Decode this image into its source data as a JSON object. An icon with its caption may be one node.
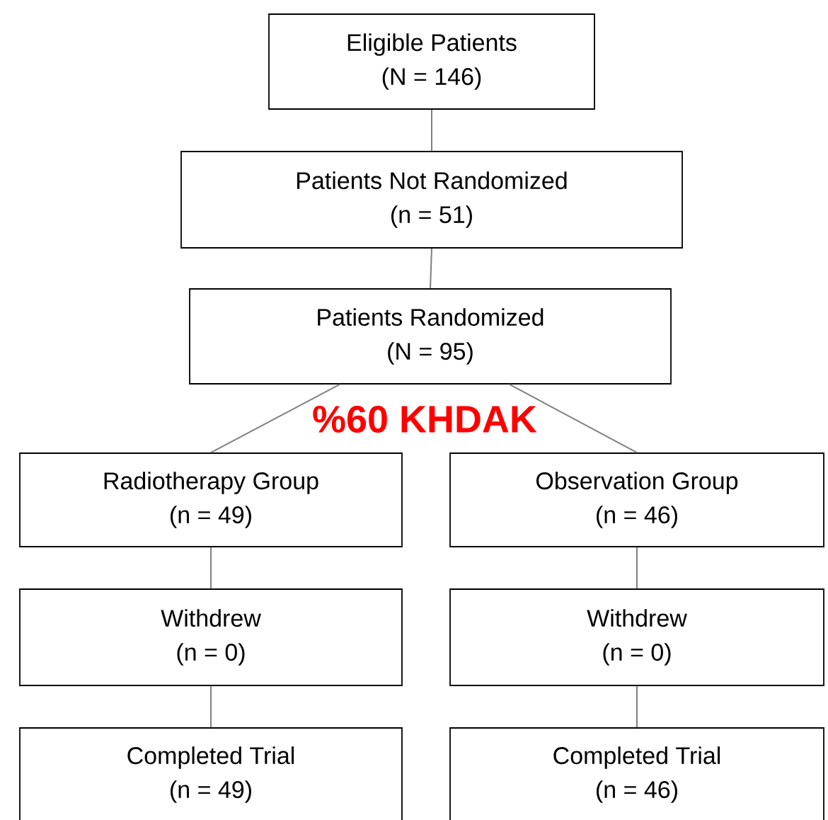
{
  "diagram": {
    "nodes": [
      {
        "text": [
          "Eligible Patients",
          "(N = 146)"
        ]
      },
      {
        "text": [
          "Patients Not Randomized",
          "(n = 51)"
        ]
      },
      {
        "text": [
          "Patients Randomized",
          "(N = 95)"
        ]
      },
      {
        "text": [
          "Radiotherapy Group",
          "(n = 49)"
        ]
      },
      {
        "text": [
          "Observation Group",
          "(n = 46)"
        ]
      },
      {
        "text": [
          "Withdrew",
          "(n = 0)"
        ]
      },
      {
        "text": [
          "Withdrew",
          "(n = 0)"
        ]
      },
      {
        "text": [
          "Completed Trial",
          "(n = 49)"
        ]
      },
      {
        "text": [
          "Completed Trial",
          "(n = 46)"
        ]
      }
    ],
    "edges": [
      {
        "from": 0,
        "to": 1,
        "arrow": "none"
      },
      {
        "from": 1,
        "to": 2,
        "arrow": "none"
      },
      {
        "from": 2,
        "to": 3,
        "arrow": "none"
      },
      {
        "from": 2,
        "to": 4,
        "arrow": "none"
      },
      {
        "from": 3,
        "to": 5,
        "arrow": "none"
      },
      {
        "from": 5,
        "to": 7,
        "arrow": "none"
      },
      {
        "from": 4,
        "to": 6,
        "arrow": "none"
      },
      {
        "from": 6,
        "to": 8,
        "arrow": "none"
      }
    ],
    "labels": [
      "%60 KHDAK"
    ]
  }
}
